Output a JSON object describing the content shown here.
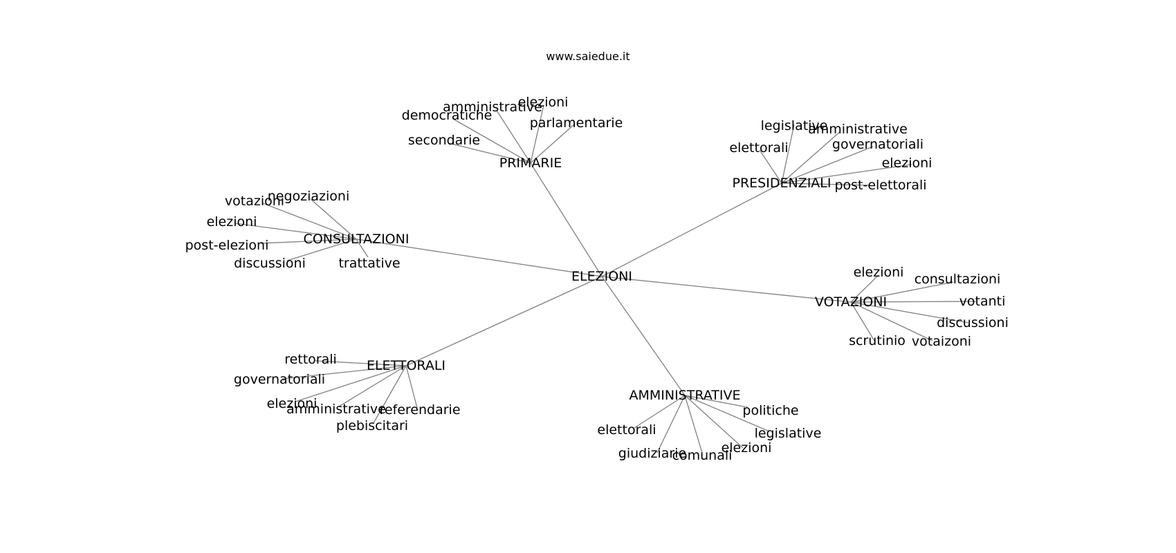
{
  "title": "www.saiedue.it",
  "colors": {
    "edge": "#808080",
    "text": "#000000",
    "background": "#ffffff"
  },
  "root": "ELEZIONI",
  "hubs": [
    {
      "id": "primarie",
      "label": "PRIMARIE",
      "children": [
        "amministrative",
        "elezioni",
        "democratiche",
        "parlamentarie",
        "secondarie"
      ]
    },
    {
      "id": "presidenziali",
      "label": "PRESIDENZIALI",
      "children": [
        "legislative",
        "amministrative",
        "elettorali",
        "governatoriali",
        "elezioni",
        "post-elettorali"
      ]
    },
    {
      "id": "consultazioni",
      "label": "CONSULTAZIONI",
      "children": [
        "votazioni",
        "negoziazioni",
        "elezioni",
        "post-elezioni",
        "discussioni",
        "trattative"
      ]
    },
    {
      "id": "votazioni",
      "label": "VOTAZIONI",
      "children": [
        "elezioni",
        "consultazioni",
        "votanti",
        "discussioni",
        "scrutinio",
        "votaizoni"
      ]
    },
    {
      "id": "elettorali",
      "label": "ELETTORALI",
      "children": [
        "rettorali",
        "governatoriali",
        "elezioni",
        "amministrative",
        "referendarie",
        "plebiscitari"
      ]
    },
    {
      "id": "amministrative",
      "label": "AMMINISTRATIVE",
      "children": [
        "politiche",
        "elettorali",
        "legislative",
        "elezioni",
        "giudiziarie",
        "comunali"
      ]
    }
  ]
}
